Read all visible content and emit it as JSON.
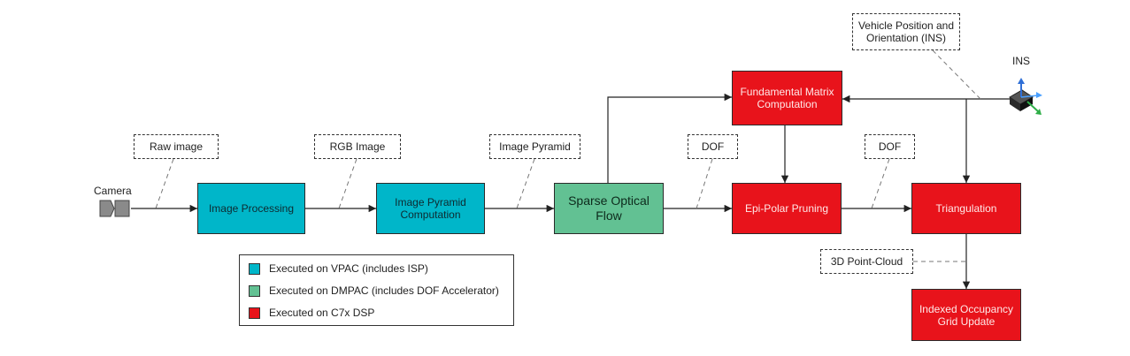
{
  "camera": {
    "label": "Camera"
  },
  "ins": {
    "label": "INS"
  },
  "nodes": {
    "image_processing": "Image Processing",
    "image_pyramid": "Image Pyramid Computation",
    "sparse_optical_flow": "Sparse Optical Flow",
    "fundamental_matrix": "Fundamental Matrix Computation",
    "epipolar_pruning": "Epi-Polar Pruning",
    "triangulation": "Triangulation",
    "occupancy_grid": "Indexed Occupancy Grid Update"
  },
  "data_tags": {
    "raw_image": "Raw image",
    "rgb_image": "RGB Image",
    "image_pyramid": "Image Pyramid",
    "dof_1": "DOF",
    "dof_2": "DOF",
    "vehicle_position": "Vehicle Position and Orientation (INS)",
    "point_cloud": "3D Point-Cloud"
  },
  "legend": [
    {
      "label": "Executed on VPAC (includes ISP)",
      "color": "#00b6c9"
    },
    {
      "label": "Executed on DMPAC (includes DOF Accelerator)",
      "color": "#62c193"
    },
    {
      "label": "Executed on C7x DSP",
      "color": "#e8131b"
    }
  ],
  "colors": {
    "vpac": "#00b6c9",
    "dmpac": "#62c193",
    "c7x": "#e8131b"
  },
  "icons": {
    "camera": "camera-icon",
    "ins": "ins-sensor-icon"
  }
}
